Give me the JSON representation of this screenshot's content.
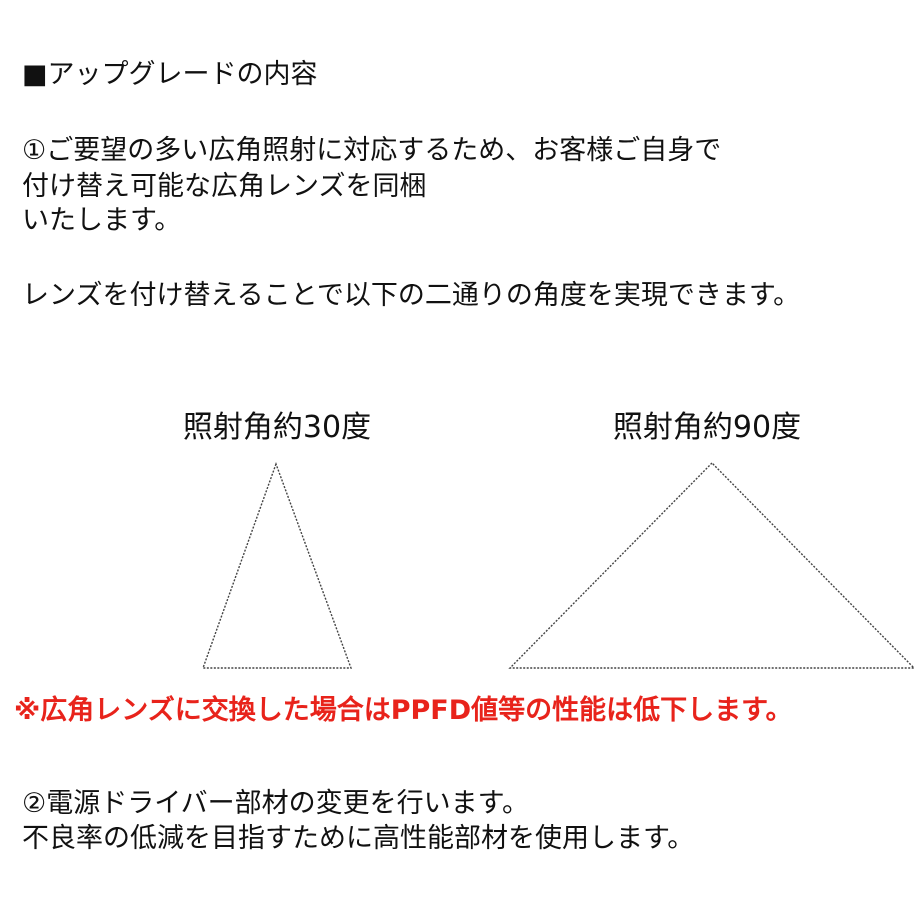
{
  "heading": "■アップグレードの内容",
  "paragraph1": [
    "①ご要望の多い広角照射に対応するため、お客様ご自身で",
    "付け替え可能な広角レンズを同梱",
    "いたします。"
  ],
  "paragraph2": "レンズを付け替えることで以下の二通りの角度を実現できます。",
  "diagrams": [
    {
      "label": "照射角約30度",
      "angle_degrees": 30
    },
    {
      "label": "照射角約90度",
      "angle_degrees": 90
    }
  ],
  "warning": "※広角レンズに交換した場合はPPFD値等の性能は低下します。",
  "warning_color": "#e8231b",
  "paragraph3": [
    "②電源ドライバー部材の変更を行います。",
    "不良率の低減を目指すために高性能部材を使用します。"
  ]
}
